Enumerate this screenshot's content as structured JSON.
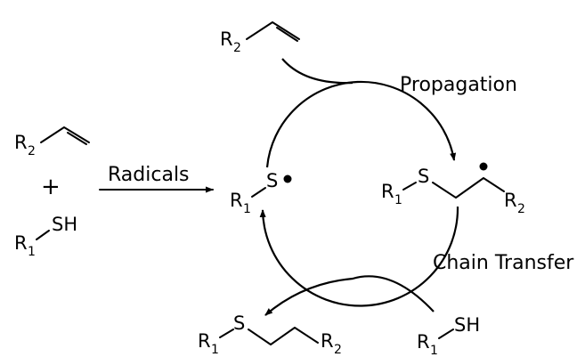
{
  "labels": {
    "radicals": "Radicals",
    "propagation": "Propagation",
    "chain_transfer": "Chain Transfer",
    "plus": "+"
  },
  "atoms": {
    "r": "R",
    "sub1": "1",
    "sub2": "2",
    "s": "S",
    "sh": "SH"
  },
  "colors": {
    "ink": "#000000",
    "background": "#ffffff"
  }
}
